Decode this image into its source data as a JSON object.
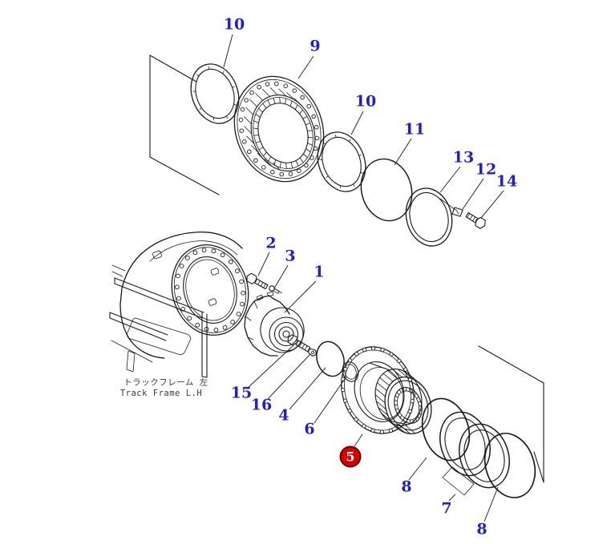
{
  "diagram": {
    "caption": {
      "jp": "トラックフレーム 左",
      "en": "Track Frame L.H"
    },
    "callouts": [
      {
        "ref": "10"
      },
      {
        "ref": "9"
      },
      {
        "ref": "10"
      },
      {
        "ref": "11"
      },
      {
        "ref": "13"
      },
      {
        "ref": "12"
      },
      {
        "ref": "14"
      },
      {
        "ref": "2"
      },
      {
        "ref": "3"
      },
      {
        "ref": "1"
      },
      {
        "ref": "15"
      },
      {
        "ref": "16"
      },
      {
        "ref": "4"
      },
      {
        "ref": "6"
      },
      {
        "ref": "5",
        "highlighted": true
      },
      {
        "ref": "8"
      },
      {
        "ref": "7"
      },
      {
        "ref": "8"
      }
    ],
    "highlighted_callout": "5",
    "colors": {
      "callout_text": "#2222bb",
      "line": "#1a1a1a",
      "highlight_fill": "#d40000",
      "highlight_ring": "#6d0000",
      "highlight_text": "#ffffff",
      "background": "#ffffff"
    }
  }
}
